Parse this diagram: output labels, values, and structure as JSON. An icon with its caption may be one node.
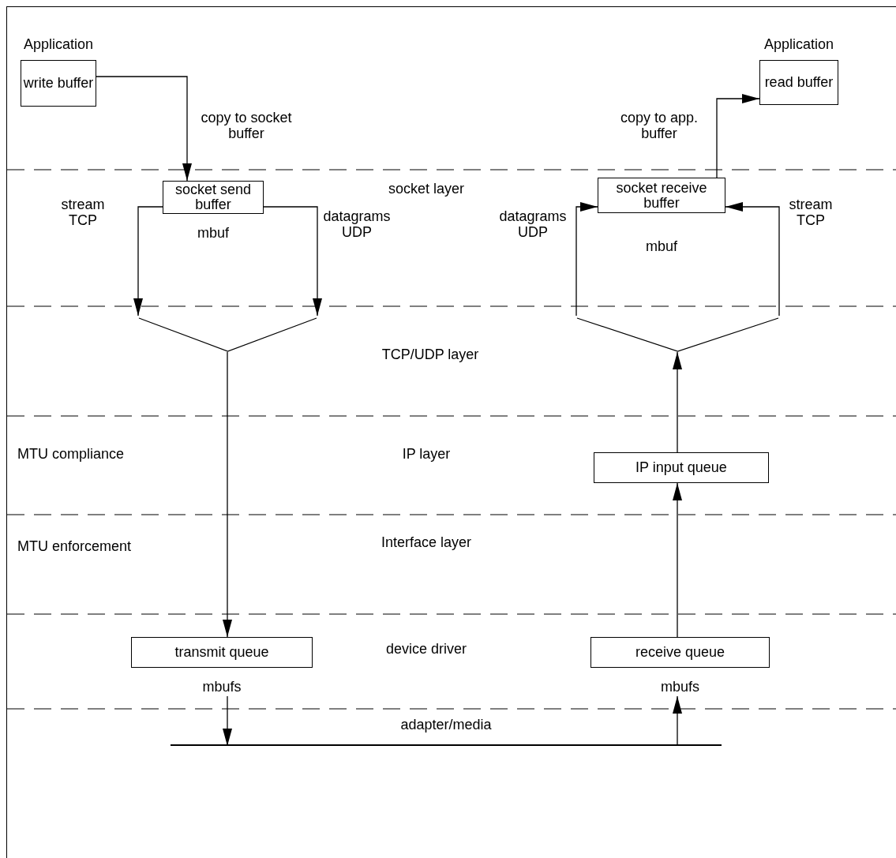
{
  "diagram": {
    "nodes": [
      {
        "text": [
          "Application",
          "write buffer"
        ]
      },
      {
        "text": [
          "Application",
          "read buffer"
        ]
      },
      {
        "text": [
          "socket send buffer"
        ],
        "beside": [
          "mbuf"
        ]
      },
      {
        "text": [
          "socket receive buffer"
        ],
        "beside": [
          "mbuf"
        ]
      },
      {
        "text": [],
        "shape": "funnel"
      },
      {
        "text": [],
        "shape": "funnel"
      },
      {
        "text": [
          "IP input queue"
        ]
      },
      {
        "text": [
          "transmit queue"
        ],
        "beside": [
          "mbufs"
        ]
      },
      {
        "text": [
          "receive queue"
        ],
        "beside": [
          "mbufs"
        ]
      },
      {
        "text": [
          "adapter/media"
        ]
      }
    ],
    "edges": [
      {
        "from": 0,
        "to": 2,
        "arrow": "to",
        "label": "copy to socket buffer"
      },
      {
        "from": 3,
        "to": 1,
        "arrow": "to",
        "label": "copy to app. buffer"
      },
      {
        "from": 2,
        "to": 4,
        "arrow": "to",
        "label": "stream TCP"
      },
      {
        "from": 2,
        "to": 4,
        "arrow": "to",
        "label": "datagrams UDP"
      },
      {
        "from": 4,
        "to": 7,
        "arrow": "to"
      },
      {
        "from": 5,
        "to": 3,
        "arrow": "to",
        "label": "datagrams UDP"
      },
      {
        "from": 5,
        "to": 3,
        "arrow": "to",
        "label": "stream TCP"
      },
      {
        "from": 6,
        "to": 5,
        "arrow": "to"
      },
      {
        "from": 8,
        "to": 6,
        "arrow": "to"
      },
      {
        "from": 7,
        "to": 9,
        "arrow": "to"
      },
      {
        "from": 9,
        "to": 8,
        "arrow": "to"
      }
    ],
    "labels": [
      "socket layer",
      "TCP/UDP layer",
      "MTU compliance",
      "IP layer",
      "MTU enforcement",
      "Interface layer",
      "device driver"
    ]
  }
}
